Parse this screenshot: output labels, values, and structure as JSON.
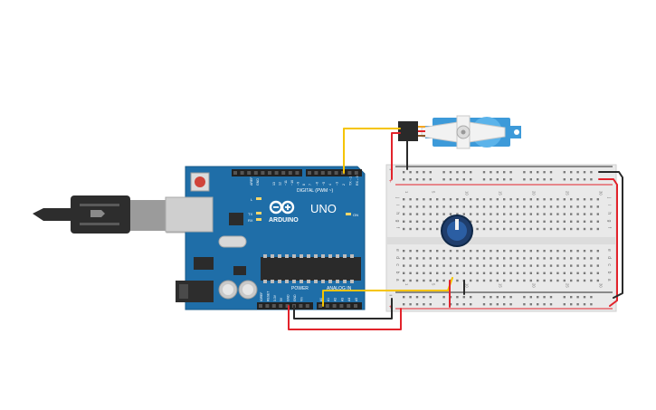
{
  "arduino": {
    "brand": "ARDUINO",
    "model": "UNO",
    "on_label": "ON",
    "digital_label": "DIGITAL (PWM ~)",
    "power_label": "POWER",
    "analog_label": "ANALOG IN",
    "tx_label": "TX",
    "rx_label": "RX",
    "l_label": "L",
    "aref_label": "AREF",
    "gnd_label": "GND",
    "digital_pins": [
      "13",
      "12",
      "~11",
      "~10",
      "~9",
      "8",
      "7",
      "~6",
      "~5",
      "4",
      "~3",
      "2",
      "TX→1",
      "RX←0"
    ],
    "power_pins": [
      "IOREF",
      "RESET",
      "3.3V",
      "5V",
      "GND",
      "GND",
      "Vin"
    ],
    "analog_pins": [
      "A0",
      "A1",
      "A2",
      "A3",
      "A4",
      "A5"
    ]
  },
  "breadboard": {
    "row_letters_top": [
      "j",
      "i",
      "h",
      "g",
      "f"
    ],
    "row_letters_bottom": [
      "e",
      "d",
      "c",
      "b",
      "a"
    ],
    "column_numbers": [
      "1",
      "",
      "",
      "",
      "5",
      "",
      "",
      "",
      "",
      "10",
      "",
      "",
      "",
      "",
      "15",
      "",
      "",
      "",
      "",
      "20",
      "",
      "",
      "",
      "",
      "25",
      "",
      "",
      "",
      "",
      "30"
    ],
    "rail_plus": "+",
    "rail_minus": "−"
  },
  "colors": {
    "board_blue": "#1f6ea8",
    "breadboard": "#e9e9e9",
    "wire_red": "#e2232b",
    "wire_black": "#2a2a2a",
    "wire_yellow": "#f5c400",
    "servo_blue": "#3d9ad9",
    "usb_cable": "#2d2d2d"
  },
  "icons": [
    "usb-cable-icon",
    "reset-button-icon",
    "servo-motor-icon",
    "potentiometer-icon",
    "arduino-logo-icon"
  ]
}
